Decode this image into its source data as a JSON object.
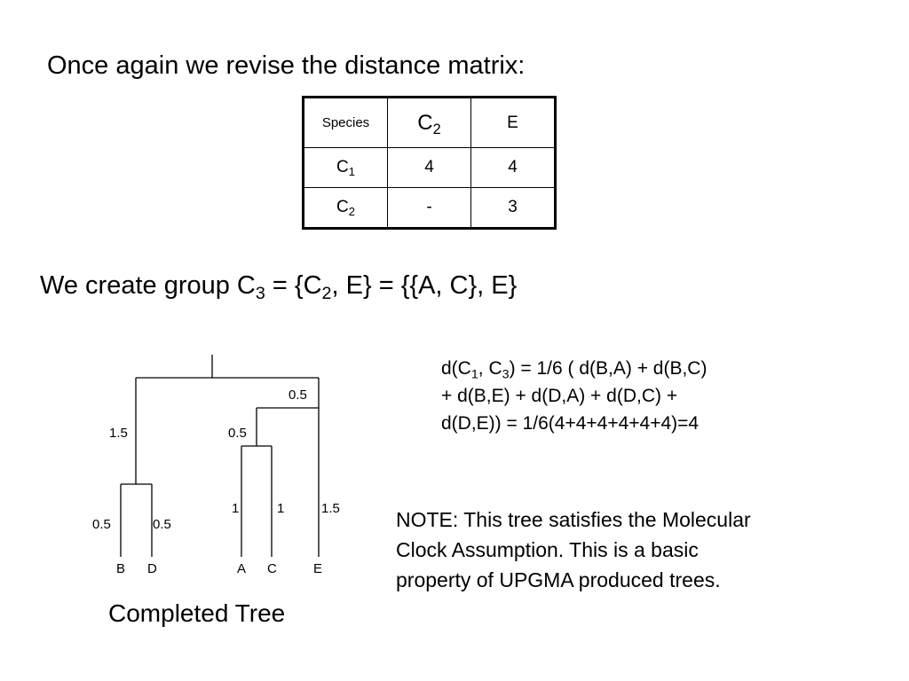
{
  "heading": "Once again we revise the distance matrix:",
  "matrix": {
    "header": {
      "corner": "Species",
      "col1_base": "C",
      "col1_sub": "2",
      "col2": "E"
    },
    "rows": [
      {
        "label_base": "C",
        "label_sub": "1",
        "v1": "4",
        "v2": "4"
      },
      {
        "label_base": "C",
        "label_sub": "2",
        "v1": "-",
        "v2": "3"
      }
    ]
  },
  "group": {
    "prefix": "We create group C",
    "sub1": "3",
    "mid": " = {C",
    "sub2": "2",
    "suffix": ", E} = {{A, C}, E}"
  },
  "calc": {
    "l1_a": "d(C",
    "l1_s1": "1",
    "l1_b": ", C",
    "l1_s2": "3",
    "l1_c": ") = 1/6 ( d(B,A) + d(B,C)",
    "l2": "+ d(B,E) + d(D,A) + d(D,C) +",
    "l3": "d(D,E)) = 1/6(4+4+4+4+4+4)=4"
  },
  "note": {
    "l1": "NOTE: This tree satisfies the Molecular",
    "l2": "Clock Assumption.  This is a basic",
    "l3": "property of UPGMA produced trees."
  },
  "tree": {
    "leaves": [
      "B",
      "D",
      "A",
      "C",
      "E"
    ],
    "branch_labels": {
      "bd_stem": "1.5",
      "b": "0.5",
      "d": "0.5",
      "ac_stem": "0.5",
      "a": "1",
      "c": "1",
      "ace_stem": "0.5",
      "e": "1.5"
    },
    "caption": "Completed Tree"
  }
}
